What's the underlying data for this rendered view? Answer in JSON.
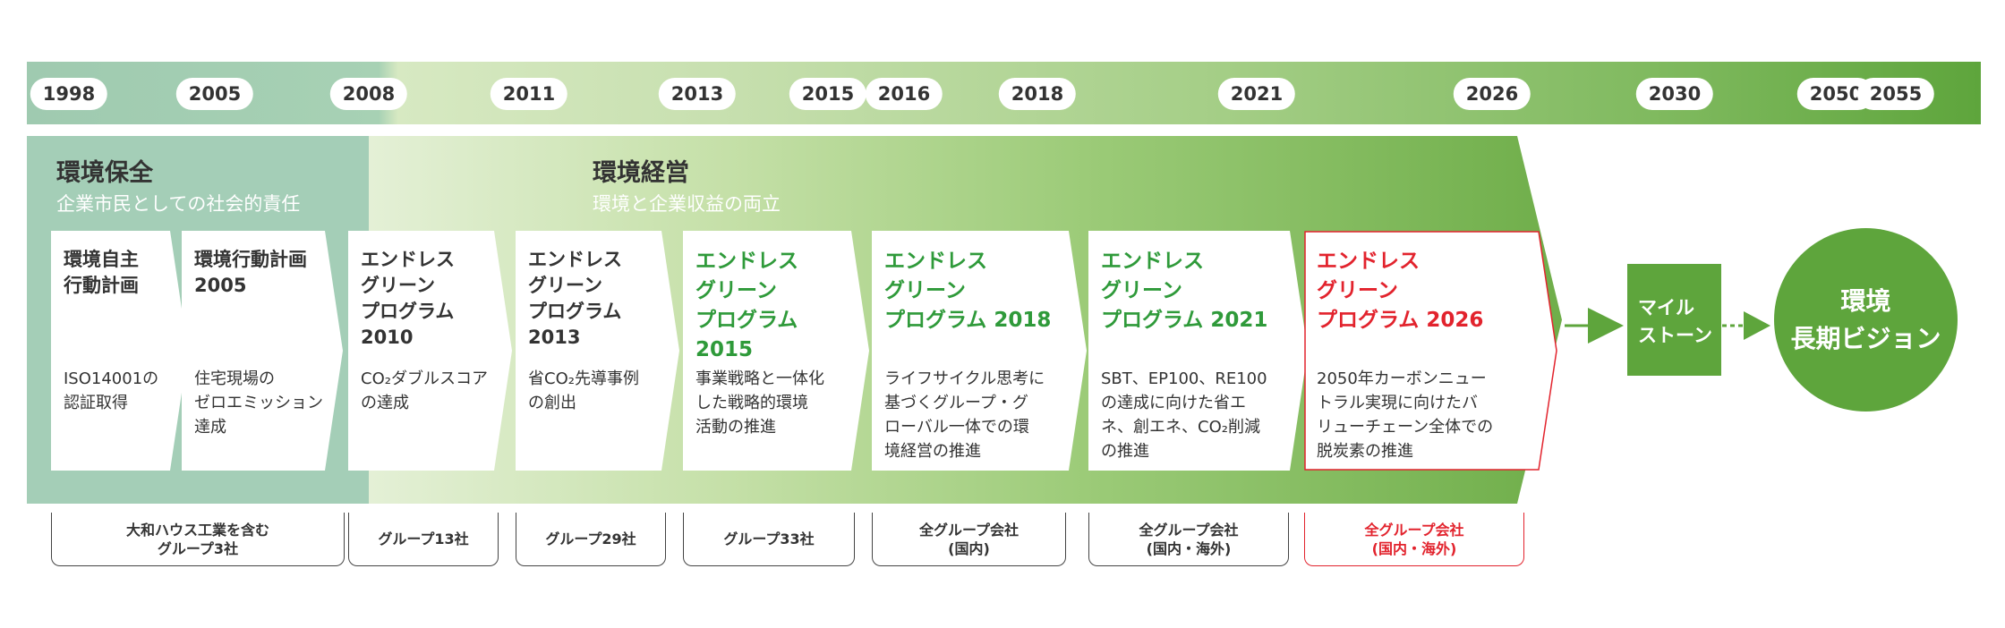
{
  "years": [
    "1998",
    "2005",
    "2008",
    "2011",
    "2013",
    "2015",
    "2016",
    "2018",
    "2021",
    "2026",
    "2030",
    "2050",
    "2055"
  ],
  "phases": {
    "conservation": {
      "title": "環境保全",
      "subtitle": "企業市民としての社会的責任"
    },
    "management": {
      "title": "環境経営",
      "subtitle": "環境と企業収益の両立"
    }
  },
  "cards": [
    {
      "title": "環境自主\n行動計画",
      "body": "ISO14001の\n認証取得"
    },
    {
      "title": "環境行動計画\n2005",
      "body": "住宅現場の\nゼロエミッション\n達成"
    },
    {
      "title": "エンドレス\nグリーン\nプログラム\n2010",
      "body": "CO₂ダブルスコア\nの達成"
    },
    {
      "title": "エンドレス\nグリーン\nプログラム\n2013",
      "body": "省CO₂先導事例\nの創出"
    },
    {
      "title": "エンドレス\nグリーン\nプログラム\n2015",
      "body": "事業戦略と一体化\nした戦略的環境\n活動の推進"
    },
    {
      "title": "エンドレス\nグリーン\nプログラム 2018",
      "body": "ライフサイクル思考に\n基づくグループ・グ\nローバル一体での環\n境経営の推進"
    },
    {
      "title": "エンドレス\nグリーン\nプログラム 2021",
      "body": "SBT、EP100、RE100\nの達成に向けた省エ\nネ、創エネ、CO₂削減\nの推進"
    },
    {
      "title": "エンドレス\nグリーン\nプログラム 2026",
      "body": "2050年カーボンニュー\nトラル実現に向けたバ\nリューチェーン全体での\n脱炭素の推進"
    }
  ],
  "groups": [
    "大和ハウス工業を含む\nグループ3社",
    "グループ13社",
    "グループ29社",
    "グループ33社",
    "全グループ会社\n(国内)",
    "全グループ会社\n(国内・海外)",
    "全グループ会社\n(国内・海外)"
  ],
  "milestone_label": "マイル\nストーン",
  "vision_label": "環境\n長期ビジョン",
  "colors": {
    "green_dark": "#5ea53c",
    "title_green": "#2f9a3a",
    "accent_red": "#e2232d",
    "teal": "#a4ceb7"
  }
}
